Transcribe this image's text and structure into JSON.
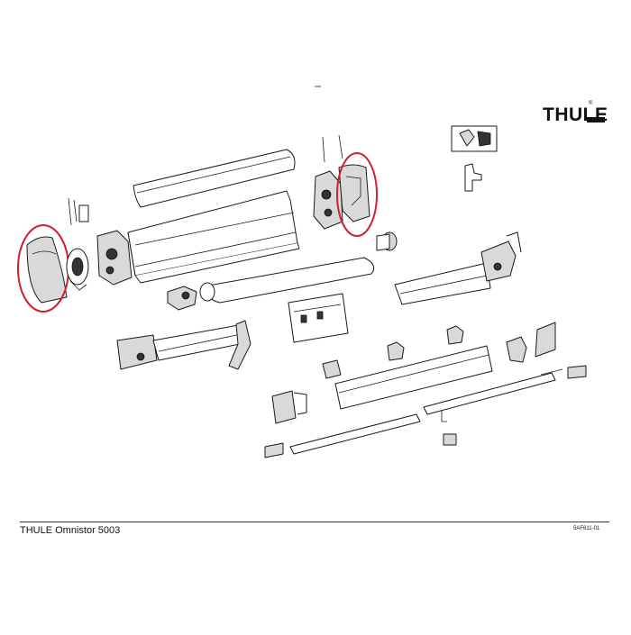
{
  "brand": {
    "logo_text": "THULE",
    "registered_mark": "®"
  },
  "footer": {
    "title": "THULE Omnistor 5003",
    "code": "5AF611-01"
  },
  "colors": {
    "highlight": "#d0202a",
    "line": "#1a1a1a",
    "fill": "#d9d9d9"
  }
}
